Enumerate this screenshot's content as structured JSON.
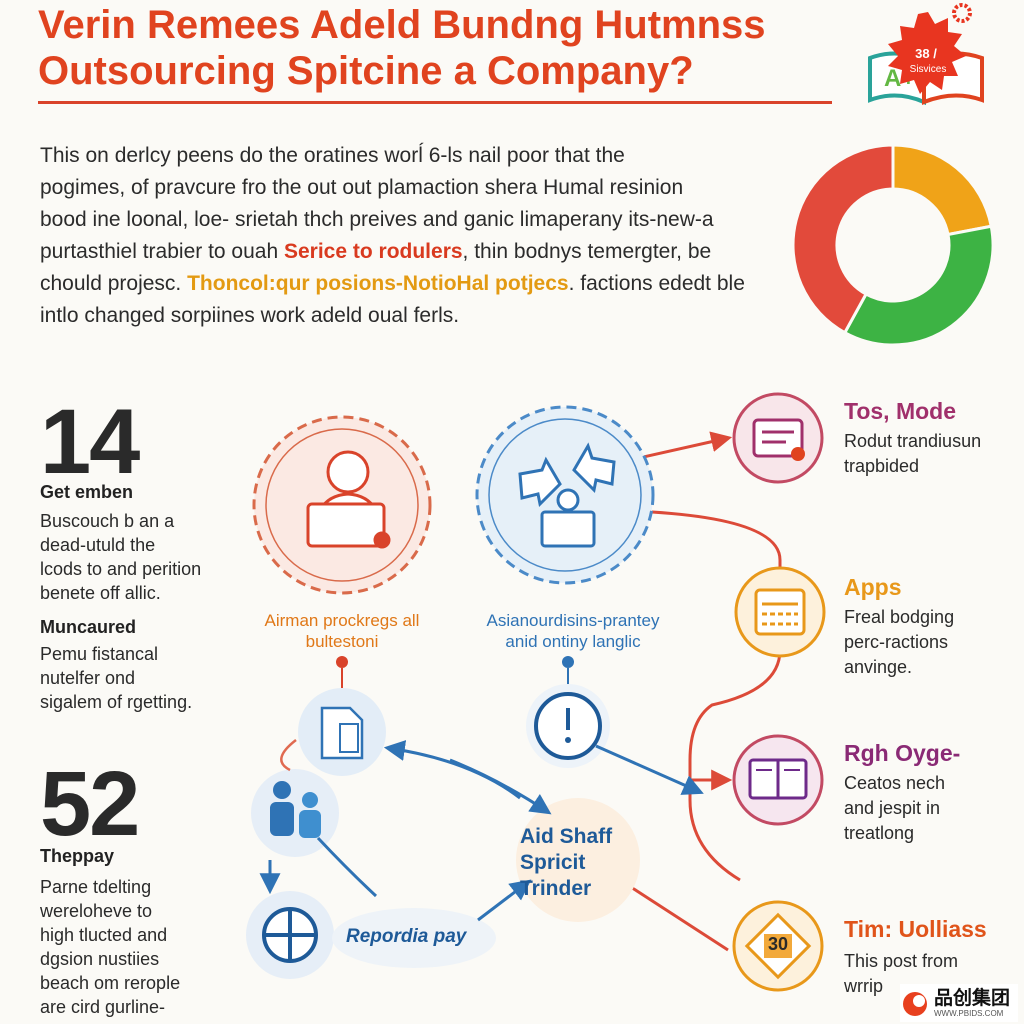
{
  "title": {
    "line1": "Verin Remees Adeld Bundng Hutmnss",
    "line2": "Outsourcing Spitcine a Company?"
  },
  "badge": {
    "number": "38 /",
    "text": "Sisvices",
    "letters": "A+"
  },
  "intro": {
    "l1": "This on derlcy peens do the oratines worĺ 6-ls nail poor that the",
    "l2": "pogimes, of pravcure fro the out out plamaction shera Humal resinion",
    "l3": "bood ine loonal, loe- srietah thch preives and ganic limaperany its-new-a",
    "l4a": "purtasthiel trabier to ouah ",
    "l4b": "Serice to rodulers",
    "l4c": ", thin bodnys temergter, be",
    "l5a": "chould projesc. ",
    "l5b": "Thoncol:qur posions-NotioHal potjecs",
    "l5c": ". factions ededt ble",
    "l6": "intlo changed sorpiines work adeld oual ferls."
  },
  "donut": {
    "segments": [
      {
        "name": "orange",
        "fraction": 0.22,
        "color": "#f0a318"
      },
      {
        "name": "green",
        "fraction": 0.36,
        "color": "#3db344"
      },
      {
        "name": "red",
        "fraction": 0.42,
        "color": "#e24a3b"
      }
    ]
  },
  "stats": [
    {
      "number": "14",
      "items": [
        {
          "heading": "Get emben",
          "lines": [
            "Buscouch b an a",
            "dead-utuld the",
            "lcods to and perition",
            "benete off allic."
          ]
        },
        {
          "heading": "Muncaured",
          "lines": [
            "Pemu fistancal",
            "nutelfer ond",
            "sigalem of rgetting."
          ]
        }
      ]
    },
    {
      "number": "52",
      "items": [
        {
          "heading": "Theppay",
          "lines": [
            "Parne tdelting",
            "wereloheve to",
            "high tlucted and",
            "dgsion nustiies",
            "beach om rerople",
            "are cird gurline-"
          ]
        }
      ]
    }
  ],
  "diagram": {
    "left_caption": [
      "Airman prockregs all",
      "bultestoni"
    ],
    "center_caption": [
      "Asianourdisins-prantey",
      "anid ontiny langlic"
    ],
    "hub": [
      "Aid Shaff",
      "Spricit",
      "Trinder"
    ],
    "bottom_label": "Repordia pay"
  },
  "right_items": [
    {
      "heading": "Tos, Mode",
      "lines": [
        "Rodut trandiusun",
        "trapbided"
      ],
      "color": "#a0306b"
    },
    {
      "heading": "Apps",
      "lines": [
        "Freal bodging",
        "perc-ractions",
        "anvinge."
      ],
      "color": "#e8981a"
    },
    {
      "heading": "Rgh Oyge-",
      "lines": [
        "Ceatos nech",
        "and jespit in",
        "treatlong"
      ],
      "color": "#8a2a75"
    },
    {
      "heading": "Tim: Uolliass",
      "lines": [
        "This post from",
        "wrrip"
      ],
      "color": "#e0541a",
      "badge": "30"
    }
  ],
  "watermark": {
    "text": "品创集团",
    "url": "WWW.PBIDS.COM"
  },
  "colors": {
    "accent": "#e0431f",
    "blue": "#2f73b5",
    "orange": "#e8981a",
    "connector": "#dc4a38"
  }
}
